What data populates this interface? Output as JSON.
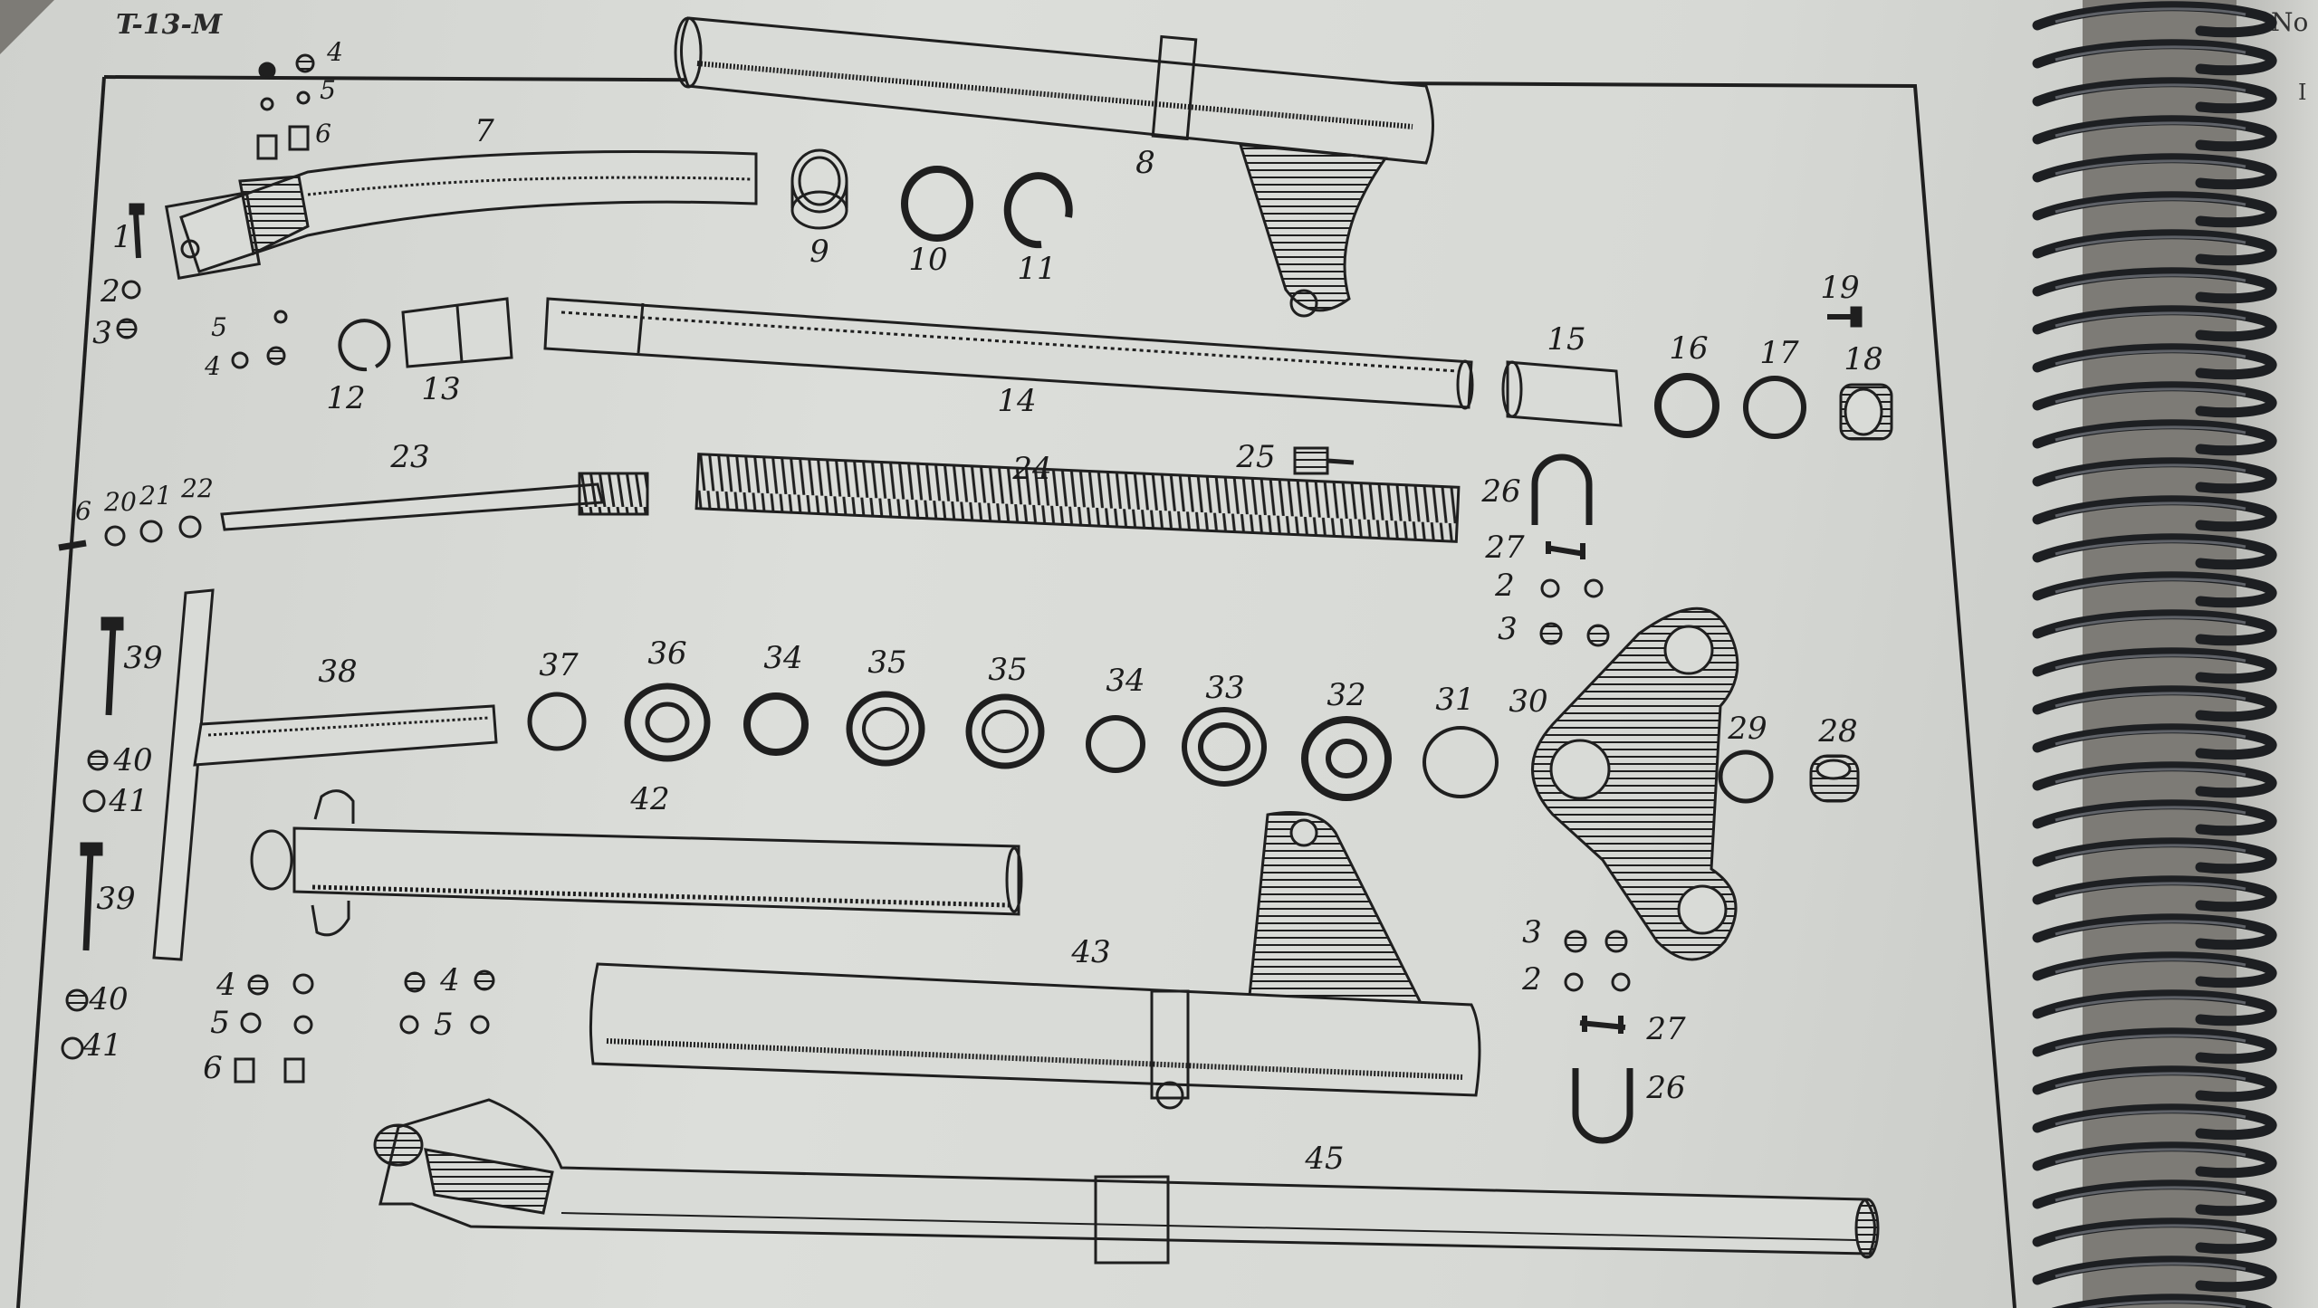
{
  "header": {
    "doc_code": "T-13-M"
  },
  "right_page": {
    "table_header": "No",
    "row_marker": "I"
  },
  "callouts": {
    "c1": "1",
    "c2a": "2",
    "c3a": "3",
    "c4a": "4",
    "c5a": "5",
    "c6a": "6",
    "c5b": "5",
    "c4b": "4",
    "c7": "7",
    "c8": "8",
    "c9": "9",
    "c10": "10",
    "c11": "11",
    "c12": "12",
    "c13": "13",
    "c14": "14",
    "c15": "15",
    "c16": "16",
    "c17": "17",
    "c18": "18",
    "c19": "19",
    "c6b": "6",
    "c20": "20",
    "c21": "21",
    "c22": "22",
    "c23": "23",
    "c24": "24",
    "c25": "25",
    "c26a": "26",
    "c27a": "27",
    "c2b": "2",
    "c3b": "3",
    "c39a": "39",
    "c38": "38",
    "c37": "37",
    "c36": "36",
    "c34a": "34",
    "c35a": "35",
    "c35b": "35",
    "c34b": "34",
    "c33": "33",
    "c32": "32",
    "c31": "31",
    "c30": "30",
    "c29": "29",
    "c28": "28",
    "c40a": "40",
    "c41a": "41",
    "c42": "42",
    "c39b": "39",
    "c40b": "40",
    "c41b": "41",
    "c4c": "4",
    "c5c": "5",
    "c6c": "6",
    "c4d": "4",
    "c5d": "5",
    "c43": "43",
    "c3c": "3",
    "c2c": "2",
    "c27b": "27",
    "c26b": "26",
    "c45": "45"
  }
}
